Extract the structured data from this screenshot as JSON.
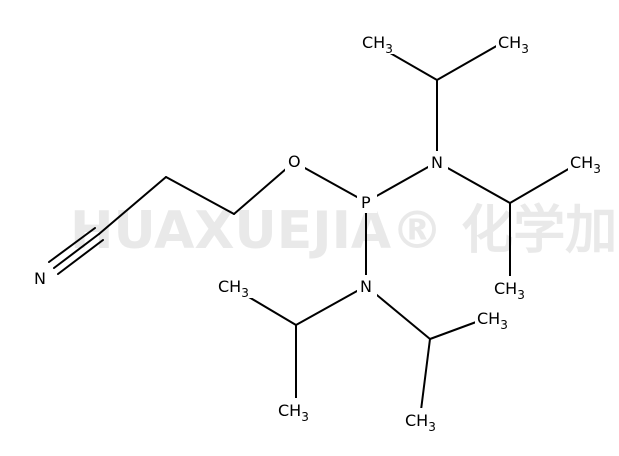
{
  "watermark": "HUAXUEJIA® 化学加",
  "molecule": {
    "atoms": {
      "N_nitrile": "N",
      "O": "O",
      "P": "P",
      "N_upper": "N",
      "N_lower": "N",
      "Me_ul": "CH3",
      "Me_ur": "CH3",
      "Me_r1": "CH3",
      "Me_r2": "CH3",
      "Me_ll": "CH3",
      "Me_lb": "CH3",
      "Me_lr": "CH3",
      "Me_lbb": "CH3"
    }
  }
}
